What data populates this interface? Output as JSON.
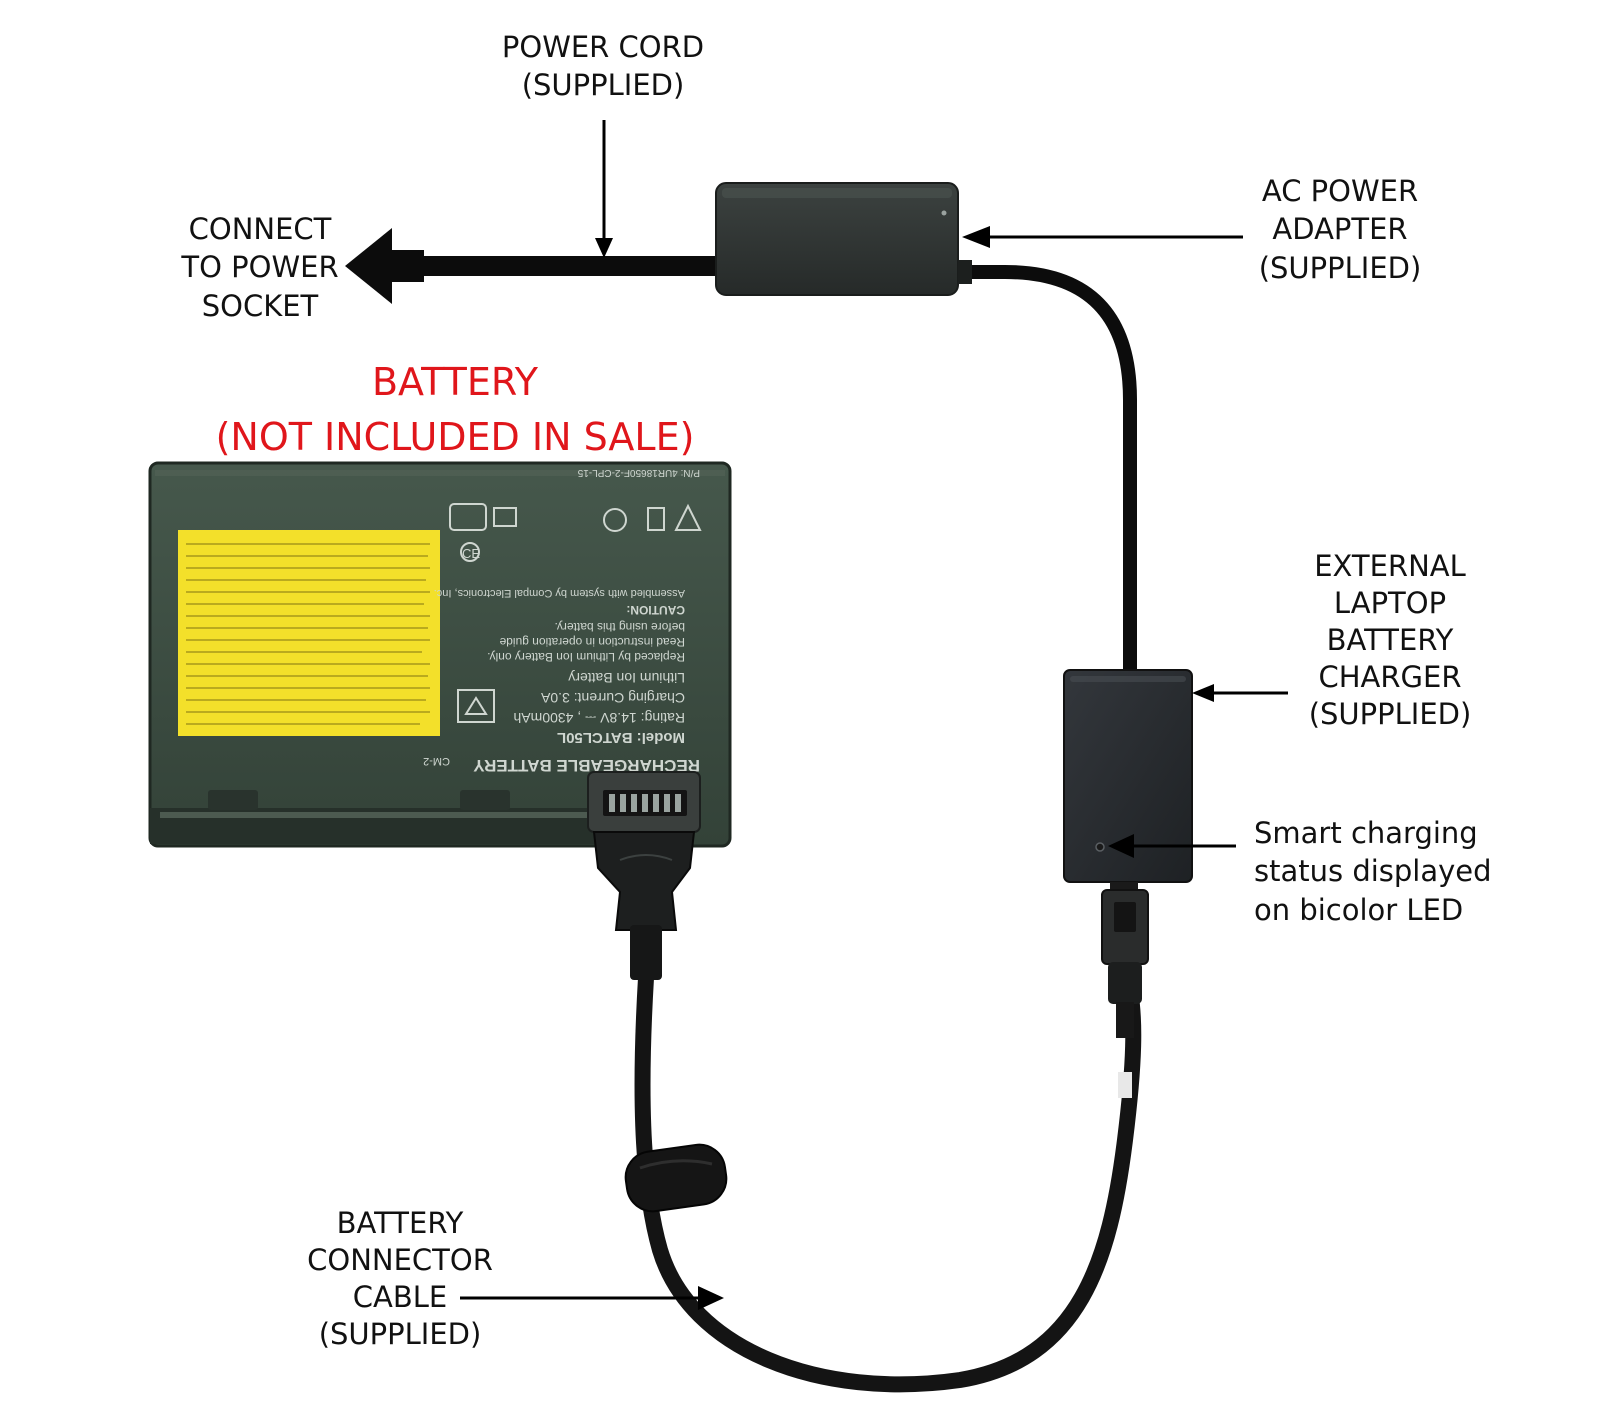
{
  "labels": {
    "power_cord": [
      "POWER CORD",
      "(SUPPLIED)"
    ],
    "connect_socket": [
      "CONNECT",
      "TO POWER",
      "SOCKET"
    ],
    "ac_adapter": [
      "AC POWER",
      "ADAPTER",
      "(SUPPLIED)"
    ],
    "battery": [
      "BATTERY",
      "(NOT INCLUDED IN SALE)"
    ],
    "external_charger": [
      "EXTERNAL",
      "LAPTOP",
      "BATTERY",
      "CHARGER",
      "(SUPPLIED)"
    ],
    "smart_charging": [
      "Smart charging",
      "status displayed",
      "on bicolor LED"
    ],
    "connector_cable": [
      "BATTERY",
      "CONNECTOR",
      "CABLE",
      "(SUPPLIED)"
    ]
  },
  "battery_label": {
    "header": "RECHARGEABLE BATTERY",
    "cm": "CM-2",
    "model": "Model: BATCL50L",
    "rating": "Rating: 14.8V ⎓ , 4300mAh",
    "charging_current": "Charging Current: 3.0A",
    "chemistry": "Lithium Ion Battery",
    "replaced_by": "Replaced by Lithium Ion Battery only.",
    "read_instruction": "Read instruction in operation guide",
    "before_using": "before using this battery.",
    "caution": "CAUTION:",
    "assembled": "Assembled with system by Compal Electronics, Inc.",
    "part_number": "P/N: 4UR18650F-2-CPL-15"
  },
  "colors": {
    "label_text": "#111111",
    "battery_warning": "#e0161b",
    "battery_body": "#3a4a40",
    "warning_sticker": "#f3e02a",
    "cable": "#0c0c0c",
    "device_body": "#2a2d30"
  }
}
